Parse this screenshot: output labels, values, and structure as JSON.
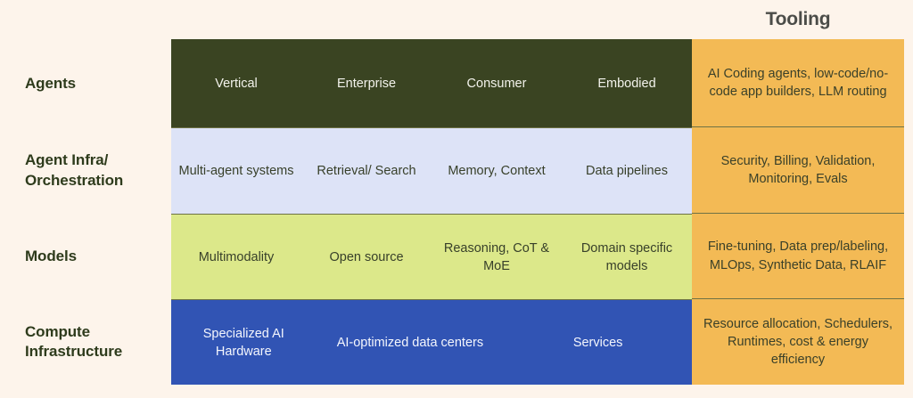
{
  "page": {
    "background_color": "#FDF4EB"
  },
  "header": {
    "tooling_label": "Tooling",
    "tooling_color": "#4B4C48"
  },
  "colors": {
    "agents_band": "#3A4422",
    "agent_infra_band": "#DDE3F7",
    "models_band": "#DCE88A",
    "compute_band": "#3154B4",
    "tooling_band": "#F3BA55",
    "row_label_text": "#2E3B1C"
  },
  "chart_data": {
    "type": "table",
    "title": "",
    "columns": [
      "Tooling"
    ],
    "rows": [
      {
        "label": "Agents",
        "band_color": "#3A4422",
        "cells": [
          "Vertical",
          "Enterprise",
          "Consumer",
          "Embodied"
        ],
        "tooling": "AI Coding agents, low-code/no-code app builders, LLM routing"
      },
      {
        "label": "Agent Infra/ Orchestration",
        "band_color": "#DDE3F7",
        "cells": [
          "Multi-agent systems",
          "Retrieval/ Search",
          "Memory, Context",
          "Data pipelines"
        ],
        "tooling": "Security, Billing, Validation, Monitoring, Evals"
      },
      {
        "label": "Models",
        "band_color": "#DCE88A",
        "cells": [
          "Multimodality",
          "Open source",
          "Reasoning, CoT & MoE",
          "Domain specific models"
        ],
        "tooling": "Fine-tuning, Data prep/labeling, MLOps, Synthetic Data, RLAIF"
      },
      {
        "label": "Compute Infrastructure",
        "band_color": "#3154B4",
        "cells": [
          "Specialized AI Hardware",
          "AI-optimized data centers",
          "Services"
        ],
        "tooling": "Resource allocation, Schedulers, Runtimes, cost & energy efficiency"
      }
    ]
  },
  "rows": {
    "agents": {
      "label": "Agents",
      "cells": {
        "c0": "Vertical",
        "c1": "Enterprise",
        "c2": "Consumer",
        "c3": "Embodied"
      },
      "tooling": "AI Coding agents, low-code/no-code app builders, LLM routing"
    },
    "agent_infra": {
      "label_line1": "Agent Infra/",
      "label_line2": "Orchestration",
      "cells": {
        "c0": "Multi-agent systems",
        "c1": "Retrieval/ Search",
        "c2": "Memory, Context",
        "c3": "Data pipelines"
      },
      "tooling": "Security, Billing, Validation, Monitoring, Evals"
    },
    "models": {
      "label": "Models",
      "cells": {
        "c0": "Multimodality",
        "c1": "Open source",
        "c2": "Reasoning, CoT & MoE",
        "c3": "Domain specific models"
      },
      "tooling": "Fine-tuning, Data prep/labeling, MLOps, Synthetic Data, RLAIF"
    },
    "compute": {
      "label_line1": "Compute",
      "label_line2": "Infrastructure",
      "cells": {
        "c0": "Specialized AI Hardware",
        "c1": "AI-optimized data centers",
        "c2": "Services"
      },
      "tooling": "Resource allocation, Schedulers, Runtimes, cost & energy efficiency"
    }
  }
}
